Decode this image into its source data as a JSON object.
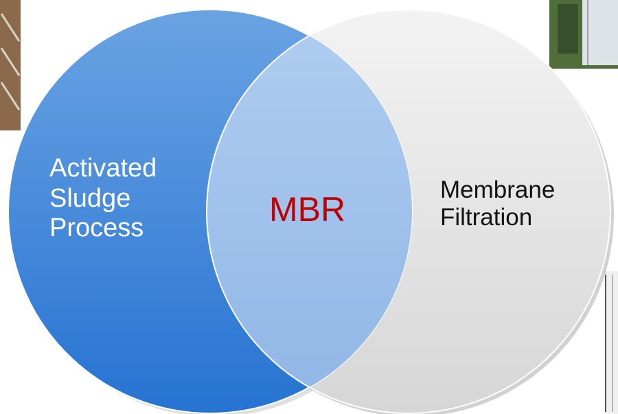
{
  "diagram": {
    "left_circle": {
      "lines": [
        "Activated",
        "Sludge",
        "Process"
      ],
      "color": "#2e7fd8"
    },
    "right_circle": {
      "lines": [
        "Membrane",
        "Filtration"
      ],
      "color": "#e2e2e2"
    },
    "overlap": {
      "label": "MBR",
      "color": "#c00000",
      "fill": "#9ec0ea"
    }
  }
}
